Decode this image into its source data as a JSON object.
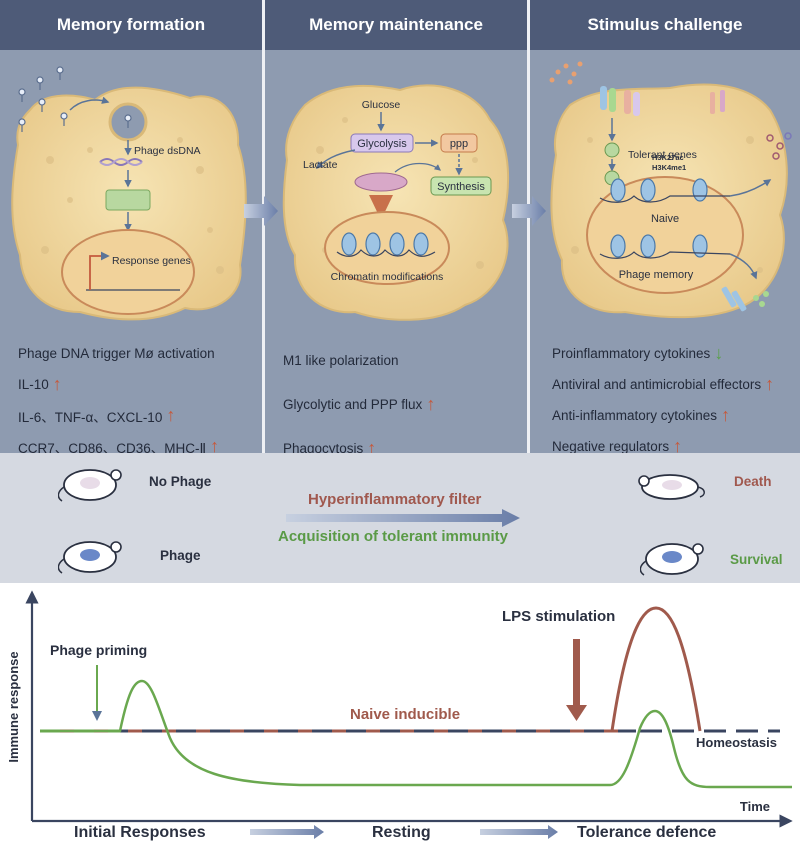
{
  "panels": [
    {
      "title": "Memory formation"
    },
    {
      "title": "Memory maintenance"
    },
    {
      "title": "Stimulus challenge"
    }
  ],
  "panel1": {
    "phage_dsdna": "Phage dsDNA",
    "response_genes": "Response genes",
    "lines": [
      "Phage DNA  trigger Mø activation",
      "IL-10",
      "IL-6、TNF-α、CXCL-10",
      "CCR7、CD86、CD36、MHC-Ⅱ"
    ],
    "arrows": [
      "",
      "up",
      "up",
      "up"
    ]
  },
  "panel2": {
    "glucose": "Glucose",
    "glycolysis": "Glycolysis",
    "ppp": "ppp",
    "lactate": "Lactate",
    "synthesis": "Synthesis",
    "chromatin": "Chromatin modifications",
    "lines": [
      "M1 like polarization",
      "Glycolytic and PPP flux",
      "Phagocytosis"
    ],
    "arrows": [
      "",
      "up",
      "up"
    ]
  },
  "panel3": {
    "tolerant_genes": "Tolerant genes",
    "h3k27ac": "H3K27ac",
    "h3k4me1": "H3K4me1",
    "naive": "Naive",
    "phage_memory": "Phage memory",
    "lines": [
      "Proinflammatory cytokines",
      "Antiviral and antimicrobial effectors",
      "Anti-inflammatory cytokines",
      "Negative regulators"
    ],
    "arrows": [
      "down",
      "up",
      "up",
      "up"
    ]
  },
  "middle": {
    "no_phage": "No Phage",
    "phage": "Phage",
    "hyperinflammatory": "Hyperinflammatory filter",
    "tolerant": "Acquisition of tolerant immunity",
    "death": "Death",
    "survival": "Survival"
  },
  "bottom": {
    "y_axis": "Immune response",
    "x_axis": "Time",
    "phage_priming": "Phage priming",
    "lps": "LPS stimulation",
    "naive_inducible": "Naive inducible",
    "homeostasis": "Homeostasis",
    "phases": [
      "Initial Responses",
      "Resting",
      "Tolerance defence"
    ]
  },
  "colors": {
    "header": "#4e5b78",
    "panel": "#8e9bb0",
    "cell": "#f1dca4",
    "up_arrow": "#c45a3e",
    "down_arrow": "#5aa04a",
    "hyper": "#a0584e",
    "tolerant": "#5a9a46",
    "curve_red": "#a05a4c",
    "curve_green": "#6aa84f"
  }
}
